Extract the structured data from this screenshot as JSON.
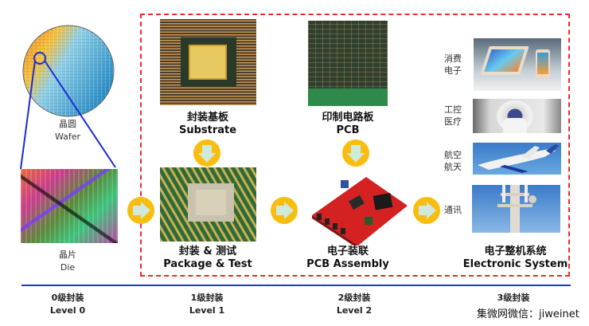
{
  "wafer": {
    "label_cn": "晶圆",
    "label_en": "Wafer"
  },
  "die": {
    "label_cn": "晶片",
    "label_en": "Die"
  },
  "substrate": {
    "label_cn": "封装基板",
    "label_en": "Substrate"
  },
  "package_test": {
    "label_cn": "封装 & 测试",
    "label_en": "Package & Test"
  },
  "pcb": {
    "label_cn": "印制电路板",
    "label_en": "PCB"
  },
  "pcb_assembly": {
    "label_cn": "电子装联",
    "label_en": "PCB Assembly"
  },
  "electronic_system": {
    "label_cn": "电子整机系统",
    "label_en": "Electronic System",
    "applications": [
      {
        "line1": "消费",
        "line2": "电子",
        "image": "tablet-phone-photo"
      },
      {
        "line1": "工控",
        "line2": "医疗",
        "image": "ct-scanner-photo"
      },
      {
        "line1": "航空",
        "line2": "航天",
        "image": "airplane-photo"
      },
      {
        "line1": "通讯",
        "line2": "",
        "image": "cell-tower-photo"
      }
    ]
  },
  "levels": [
    {
      "cn": "0级封装",
      "en": "Level 0"
    },
    {
      "cn": "1级封装",
      "en": "Level 1"
    },
    {
      "cn": "2级封装",
      "en": "Level 2"
    },
    {
      "cn": "3级封装",
      "en": "Level 3"
    }
  ],
  "watermark": "集微网微信：jiweinet",
  "colors": {
    "arrow_circle": "#f9bd0f",
    "arrow_fill": "#cfeadb",
    "dashed_border": "#ee2a2a",
    "level_line": "#2233dd",
    "zoom_lines": "#1a2bd8"
  }
}
